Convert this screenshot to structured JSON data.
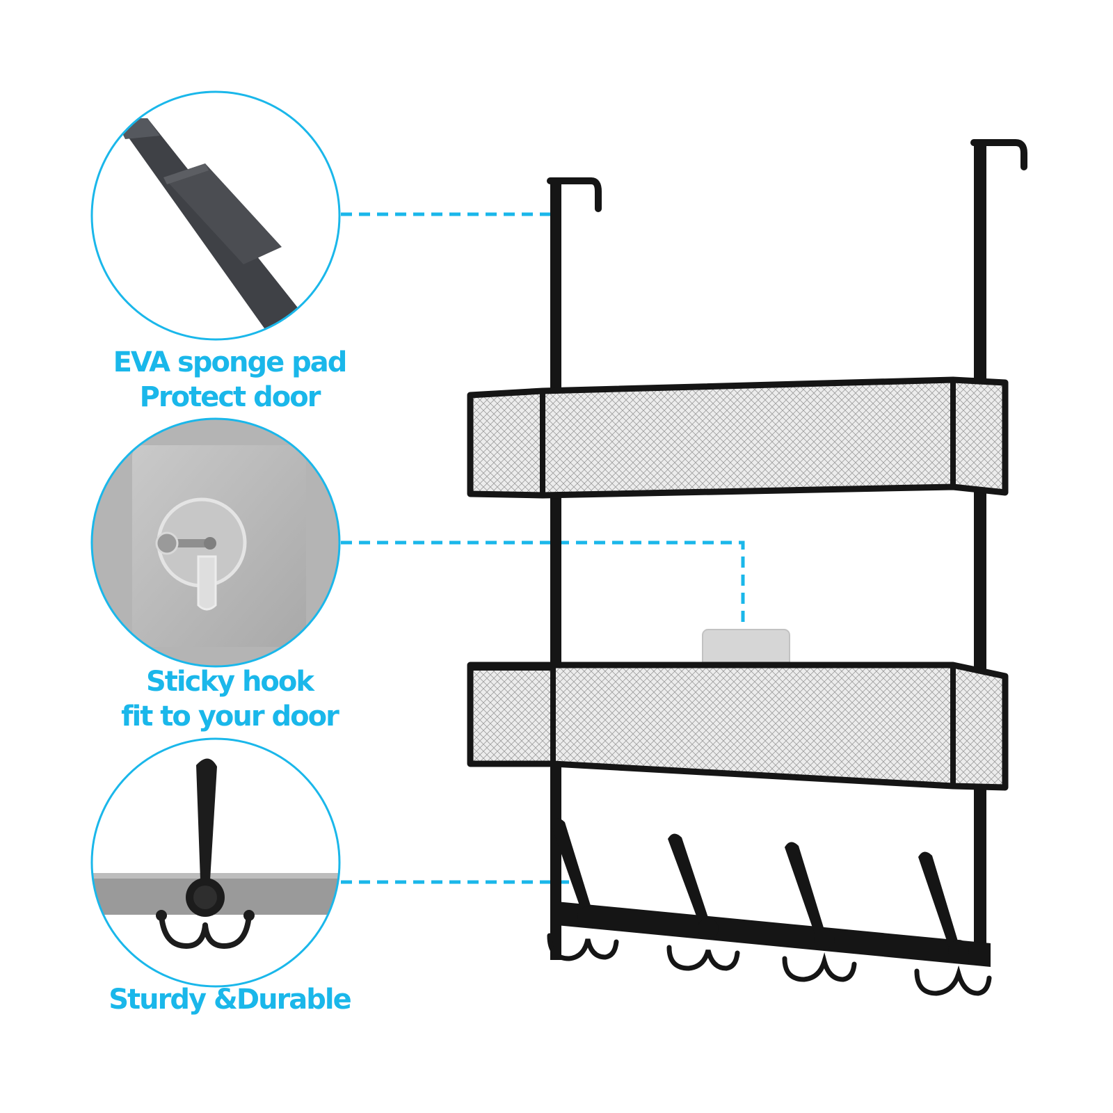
{
  "callouts": [
    {
      "lines": [
        "EVA sponge pad",
        "Protect door"
      ]
    },
    {
      "lines": [
        "Sticky hook",
        "fit to your door"
      ]
    },
    {
      "lines": [
        "Sturdy &Durable"
      ]
    }
  ],
  "colors": {
    "accent": "#1ab7ea",
    "frame": "#151515",
    "mesh": "#e9e9e9",
    "sticky_pad": "#d6d6d6",
    "background": "#ffffff"
  }
}
